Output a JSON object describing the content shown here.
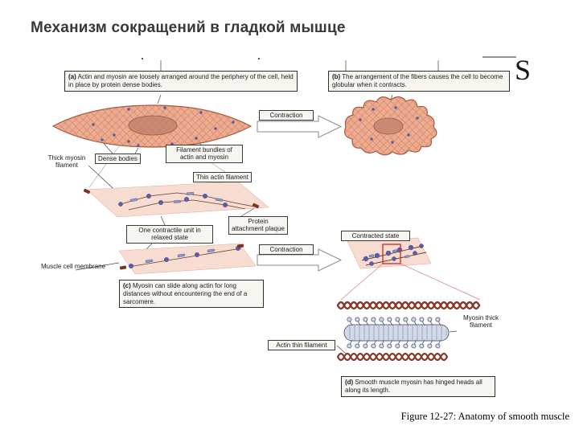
{
  "slide": {
    "title": "Механизм сокращений в гладкой мышце",
    "clipped_letter": "S",
    "figure_caption": "Figure 12-27: Anatomy of smooth muscle"
  },
  "panels": {
    "a": {
      "tag": "(a)",
      "text": "Actin and myosin are loosely arranged around the periphery of the cell, held in place by protein dense bodies."
    },
    "b": {
      "tag": "(b)",
      "text": "The arrangement of the fibers causes the cell to become globular when it contracts."
    },
    "c": {
      "tag": "(c)",
      "text": "Myosin can slide along actin for long distances without encountering the end of a sarcomere."
    },
    "d": {
      "tag": "(d)",
      "text": "Smooth muscle myosin has hinged heads all along its length."
    }
  },
  "labels": {
    "thick_myosin_filament": "Thick myosin filament",
    "dense_bodies": "Dense bodies",
    "filament_bundles": "Filament bundles of actin and myosin",
    "thin_actin_filament": "Thin actin filament",
    "one_contractile_unit": "One contractile unit in relaxed state",
    "protein_attachment_plaque": "Protein attachment plaque",
    "muscle_cell_membrane": "Muscle cell membrane",
    "contraction_top": "Contraction",
    "contraction_bottom": "Contraction",
    "contracted_state": "Contracted state",
    "actin_thin_filament": "Actin thin filament",
    "myosin_thick_filament": "Myosin thick filament"
  },
  "colors": {
    "cell_fill": "#edab90",
    "cell_outline": "#a85a40",
    "nucleus_fill": "#c88a72",
    "plane_fill": "#f7dcd2",
    "dense_body": "#5d5f9e",
    "myosin_rod": "#8d99cc",
    "myosin_thick_filament": "#d4d9e8",
    "actin_filament": "#8a3a2a",
    "attachment_plaque": "#7a3326",
    "highlight_red": "#cc3333",
    "title_text": "#383838"
  }
}
